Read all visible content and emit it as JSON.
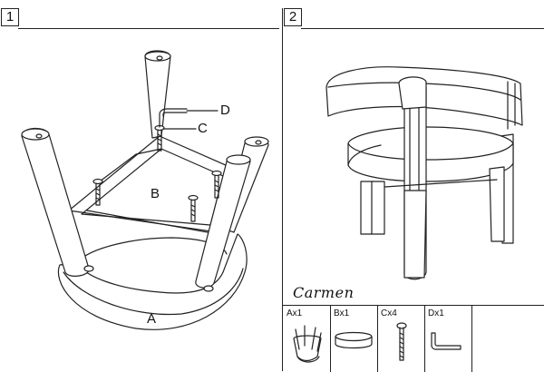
{
  "steps": [
    {
      "number": "1"
    },
    {
      "number": "2"
    }
  ],
  "callouts": {
    "a": "A",
    "b": "B",
    "c": "C",
    "d": "D"
  },
  "brand": "Carmen",
  "parts": [
    {
      "label": "Ax1",
      "icon": "chair-frame-upside-down-icon"
    },
    {
      "label": "Bx1",
      "icon": "seat-cushion-icon"
    },
    {
      "label": "Cx4",
      "icon": "bolt-icon"
    },
    {
      "label": "Dx1",
      "icon": "allen-key-icon"
    }
  ]
}
